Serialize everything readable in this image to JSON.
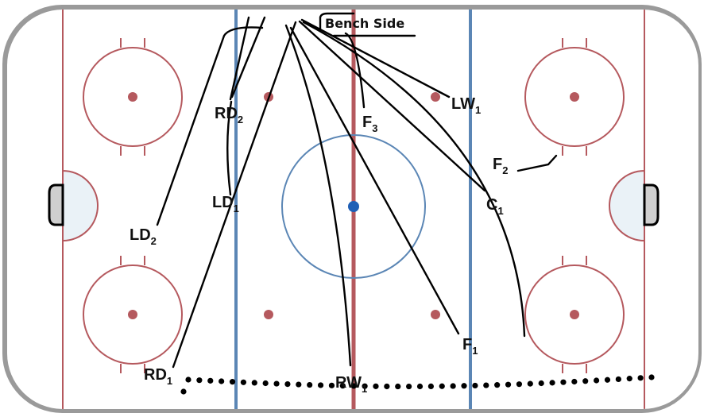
{
  "diagram": {
    "bench_label": "Bench Side",
    "players": [
      {
        "id": "rd2",
        "text": "RD",
        "sub": "2"
      },
      {
        "id": "ld1",
        "text": "LD",
        "sub": "1"
      },
      {
        "id": "ld2",
        "text": "LD",
        "sub": "2"
      },
      {
        "id": "rd1",
        "text": "RD",
        "sub": "1"
      },
      {
        "id": "rw1",
        "text": "RW",
        "sub": "1"
      },
      {
        "id": "f3",
        "text": "F",
        "sub": "3"
      },
      {
        "id": "lw1",
        "text": "LW",
        "sub": "1"
      },
      {
        "id": "f2",
        "text": "F",
        "sub": "2"
      },
      {
        "id": "c1",
        "text": "C",
        "sub": "1"
      },
      {
        "id": "f1",
        "text": "F",
        "sub": "1"
      }
    ],
    "colors": {
      "red_line": "#b5595e",
      "blue_line": "#5b86b5",
      "center_dot": "#1f5fb5",
      "faceoff_dot": "#b5595e",
      "crease_fill": "#eaf2f7",
      "route": "#000000"
    }
  }
}
